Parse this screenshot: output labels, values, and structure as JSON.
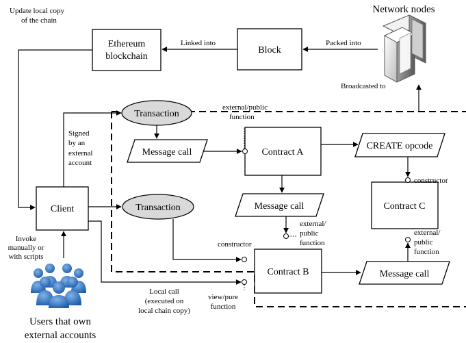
{
  "nodes": {
    "network": "Network nodes",
    "block": "Block",
    "ethereum_line1": "Ethereum",
    "ethereum_line2": "blockchain",
    "client": "Client",
    "transaction_top": "Transaction",
    "transaction_mid": "Transaction",
    "message_call_1": "Message call",
    "message_call_2": "Message call",
    "message_call_3": "Message call",
    "contract_a": "Contract A",
    "contract_b": "Contract B",
    "contract_c": "Contract C",
    "create_opcode": "CREATE opcode",
    "users_line1": "Users that own",
    "users_line2": "external accounts"
  },
  "edge_labels": {
    "update_line1": "Update local copy",
    "update_line2": "of the chain",
    "linked_into": "Linked into",
    "packed_into": "Packed into",
    "broadcasted_to": "Broadcasted to",
    "signed_line1": "Signed",
    "signed_line2": "by an",
    "signed_line3": "external",
    "signed_line4": "account",
    "invoke_line1": "Invoke",
    "invoke_line2": "manually or",
    "invoke_line3": "with scripts",
    "ext_pub_a_line1": "external/public",
    "ext_pub_a_line2": "function",
    "constructor_c": "constructor",
    "ext_b_line1": "external/",
    "ext_b_line2": "public",
    "ext_b_line3": "function",
    "ext_c_line1": "external/",
    "ext_c_line2": "public",
    "ext_c_line3": "function",
    "constructor_b": "constructor",
    "local_line1": "Local call",
    "local_line2": "(executed on",
    "local_line3": "local chain copy)",
    "view_line1": "view/pure",
    "view_line2": "function"
  },
  "colors": {
    "ellipse_fill": "#d9d9d9",
    "stroke": "#000000",
    "users_icon": "#2b6cb5",
    "server_dark": "#8c8c8c",
    "server_light": "#e6e6e6"
  },
  "icons": {
    "network": "server-stack-icon",
    "users": "user-group-icon"
  }
}
